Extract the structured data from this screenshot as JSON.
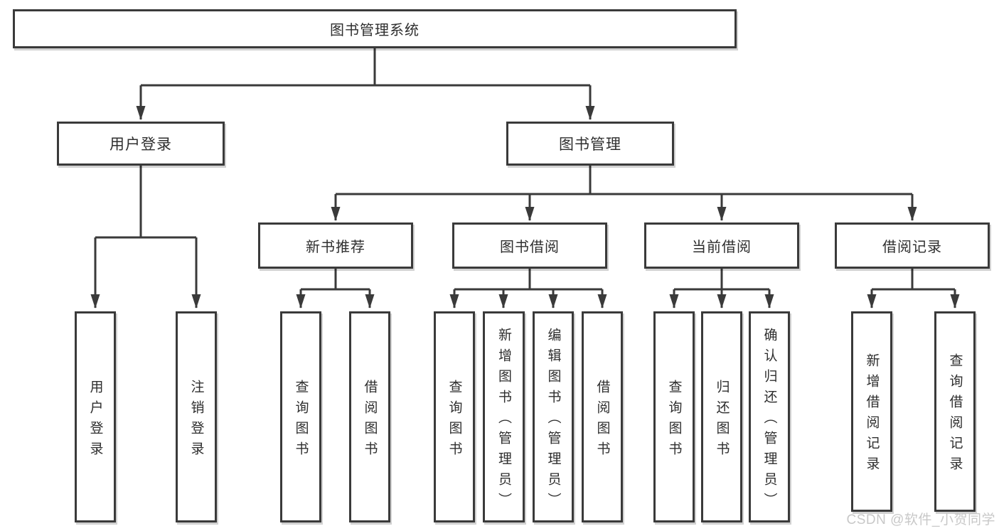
{
  "diagram": {
    "type": "tree",
    "title": "图书管理系统",
    "tree": {
      "label": "图书管理系统",
      "children": [
        {
          "label": "用户登录",
          "children": [
            {
              "label": "用户登录"
            },
            {
              "label": "注销登录"
            }
          ]
        },
        {
          "label": "图书管理",
          "children": [
            {
              "label": "新书推荐",
              "children": [
                {
                  "label": "查询图书"
                },
                {
                  "label": "借阅图书"
                }
              ]
            },
            {
              "label": "图书借阅",
              "children": [
                {
                  "label": "查询图书"
                },
                {
                  "label": "新增图书（管理员）"
                },
                {
                  "label": "编辑图书（管理员）"
                },
                {
                  "label": "借阅图书"
                }
              ]
            },
            {
              "label": "当前借阅",
              "children": [
                {
                  "label": "查询图书"
                },
                {
                  "label": "归还图书"
                },
                {
                  "label": "确认归还（管理员）"
                }
              ]
            },
            {
              "label": "借阅记录",
              "children": [
                {
                  "label": "新增借阅记录"
                },
                {
                  "label": "查询借阅记录"
                }
              ]
            }
          ]
        }
      ]
    }
  },
  "watermark": {
    "text": "CSDN @软件_小贺同学"
  },
  "colors": {
    "line": "#3a3a3a",
    "text": "#2e2e2e",
    "watermark": "#c8c8c8",
    "background": "#ffffff"
  }
}
